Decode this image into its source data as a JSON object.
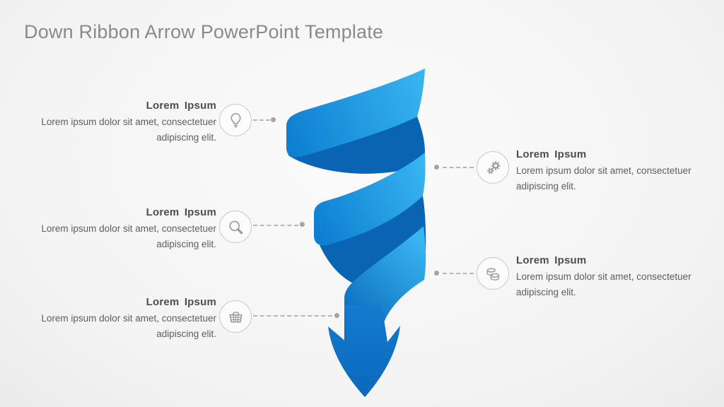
{
  "slide": {
    "title": "Down Ribbon Arrow PowerPoint Template"
  },
  "blocks": [
    {
      "side": "left",
      "icon": "lightbulb",
      "title": "Lorem Ipsum",
      "body": "Lorem ipsum dolor sit amet, consectetuer adipiscing elit."
    },
    {
      "side": "right",
      "icon": "gears",
      "title": "Lorem Ipsum",
      "body": "Lorem ipsum dolor sit amet, consectetuer adipiscing elit."
    },
    {
      "side": "left",
      "icon": "magnifier",
      "title": "Lorem Ipsum",
      "body": "Lorem ipsum dolor sit amet, consectetuer adipiscing elit."
    },
    {
      "side": "right",
      "icon": "coins",
      "title": "Lorem Ipsum",
      "body": "Lorem ipsum dolor sit amet, consectetuer adipiscing elit."
    },
    {
      "side": "left",
      "icon": "basket",
      "title": "Lorem Ipsum",
      "body": "Lorem ipsum dolor sit amet, consectetuer adipiscing elit."
    }
  ],
  "colors": {
    "ribbon-light-start": "#38B5F0",
    "ribbon-light-end": "#0E7FD2",
    "ribbon-dark": "#0B63B4",
    "ribbon-dark-2": "#0C6CBE",
    "arrow-top": "#137CCE",
    "arrow-bottom": "#0C68BC",
    "title-text": "#8A8A8A",
    "heading-text": "#4D4D4D",
    "body-text": "#5E5E5E",
    "icon-stroke": "#9B9B9B",
    "circle-border": "#C9CBCC",
    "connector": "#B7B7B7",
    "dot": "#A5A5A5",
    "background-inner": "#FBFBFB",
    "background-outer": "#EBEBEC"
  }
}
